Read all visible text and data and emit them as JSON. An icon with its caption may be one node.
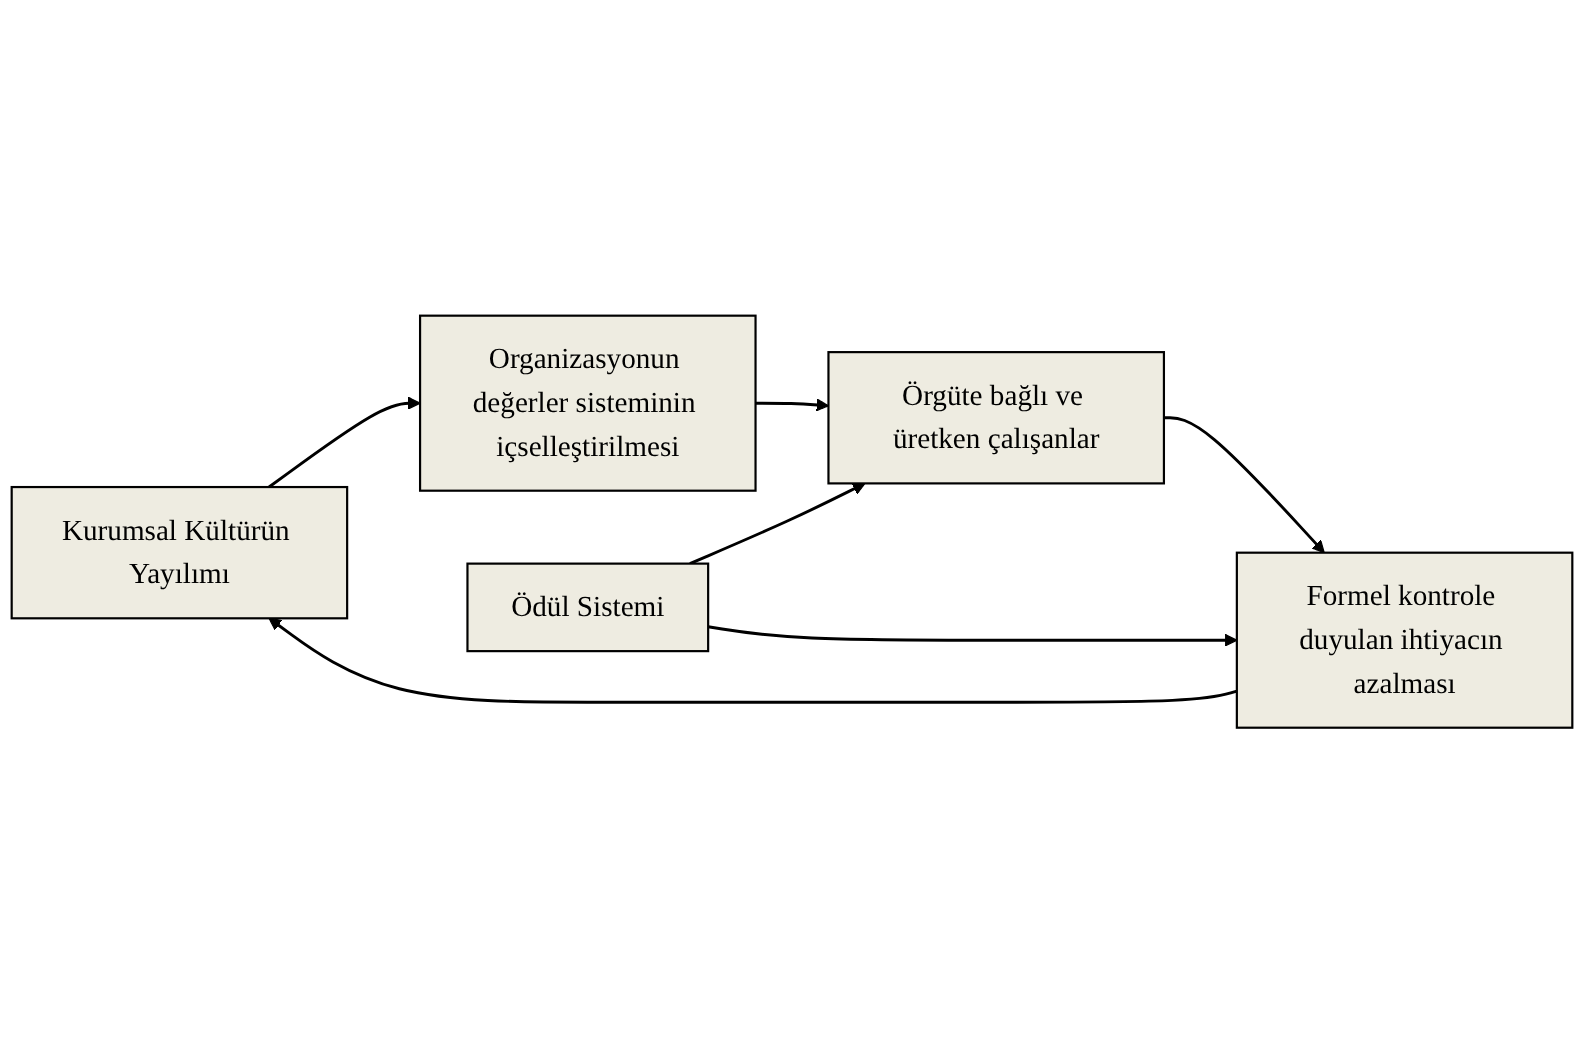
{
  "diagram": {
    "nodes": [
      {
        "text": [
          "Kurumsal Kültürün Yayılımı"
        ]
      },
      {
        "text": [
          "Organizasyonun değerler sisteminin içselleştirilmesi"
        ]
      },
      {
        "text": [
          "Ödül Sistemi"
        ]
      },
      {
        "text": [
          "Formel kontrole duyulan ihtiyacın azalması"
        ]
      },
      {
        "text": [
          "Örgüte bağlı ve üretken çalışanlar"
        ]
      }
    ],
    "edges": [
      {
        "from": 0,
        "to": 1,
        "arrow": "to"
      },
      {
        "from": 1,
        "to": 4,
        "arrow": "to"
      },
      {
        "from": 2,
        "to": 4,
        "arrow": "to"
      },
      {
        "from": 4,
        "to": 3,
        "arrow": "to"
      },
      {
        "from": 2,
        "to": 3,
        "arrow": "to"
      },
      {
        "from": 3,
        "to": 0,
        "arrow": "to"
      }
    ]
  }
}
